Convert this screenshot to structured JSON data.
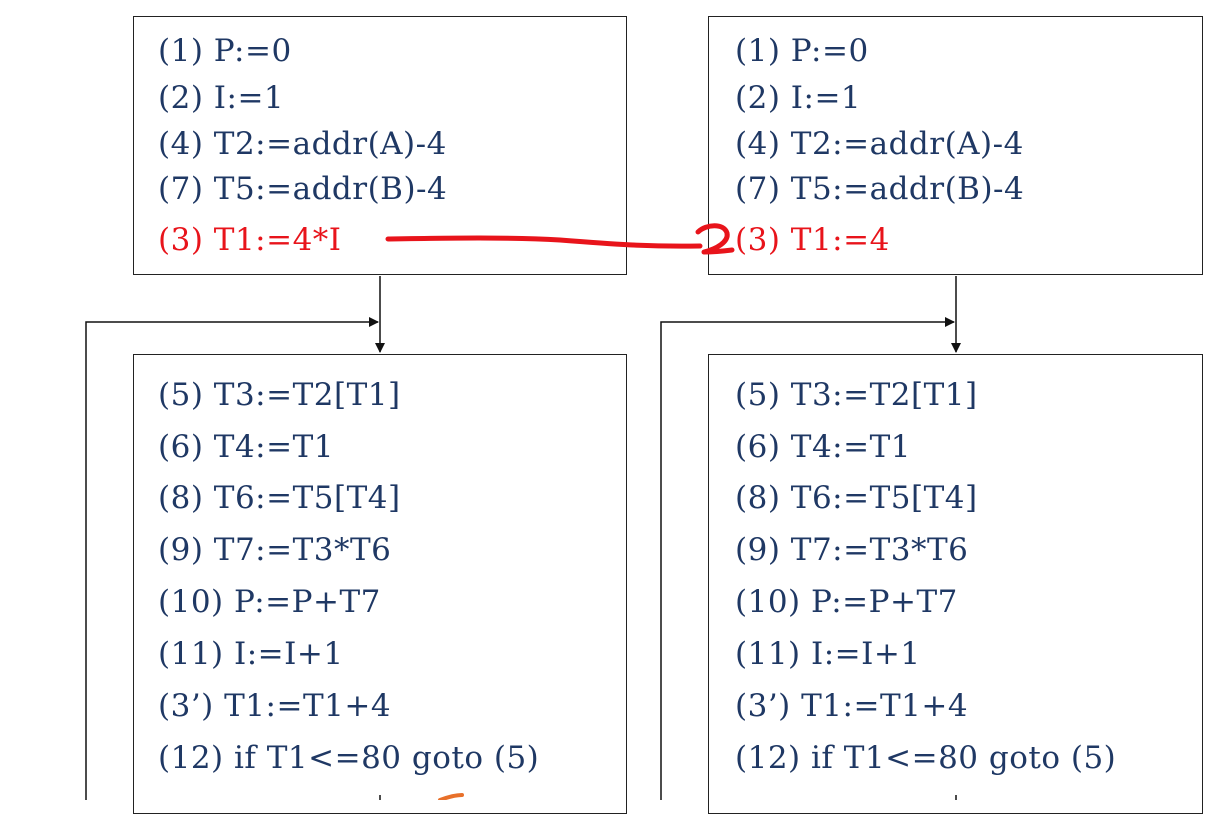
{
  "left": {
    "top_block": [
      {
        "text": "(1) P:=0",
        "highlight": false
      },
      {
        "text": "(2) I:=1",
        "highlight": false
      },
      {
        "text": "(4) T2:=addr(A)-4",
        "highlight": false
      },
      {
        "text": "(7) T5:=addr(B)-4",
        "highlight": false
      },
      {
        "text": "(3) T1:=4*I",
        "highlight": true
      }
    ],
    "loop_block": [
      {
        "text": "(5) T3:=T2[T1]",
        "highlight": false
      },
      {
        "text": "(6) T4:=T1",
        "highlight": false
      },
      {
        "text": "(8) T6:=T5[T4]",
        "highlight": false
      },
      {
        "text": "(9) T7:=T3*T6",
        "highlight": false
      },
      {
        "text": "(10) P:=P+T7",
        "highlight": false
      },
      {
        "text": "(11) I:=I+1",
        "highlight": false
      },
      {
        "text": "(3’) T1:=T1+4",
        "highlight": false
      },
      {
        "text": "(12) if T1<=80 goto (5)",
        "highlight": false
      }
    ]
  },
  "right": {
    "top_block": [
      {
        "text": "(1) P:=0",
        "highlight": false
      },
      {
        "text": "(2) I:=1",
        "highlight": false
      },
      {
        "text": "(4) T2:=addr(A)-4",
        "highlight": false
      },
      {
        "text": "(7) T5:=addr(B)-4",
        "highlight": false
      },
      {
        "text": "(3) T1:=4",
        "highlight": true
      }
    ],
    "loop_block": [
      {
        "text": "(5) T3:=T2[T1]",
        "highlight": false
      },
      {
        "text": "(6) T4:=T1",
        "highlight": false
      },
      {
        "text": "(8) T6:=T5[T4]",
        "highlight": false
      },
      {
        "text": "(9) T7:=T3*T6",
        "highlight": false
      },
      {
        "text": "(10) P:=P+T7",
        "highlight": false
      },
      {
        "text": "(11) I:=I+1",
        "highlight": false
      },
      {
        "text": "(3’) T1:=T1+4",
        "highlight": false
      },
      {
        "text": "(12) if T1<=80 goto (5)",
        "highlight": false
      }
    ]
  },
  "colors": {
    "code_text": "#1f3864",
    "highlight_text": "#e8141b",
    "annotation_stroke": "#e8141b",
    "border": "#222222"
  }
}
